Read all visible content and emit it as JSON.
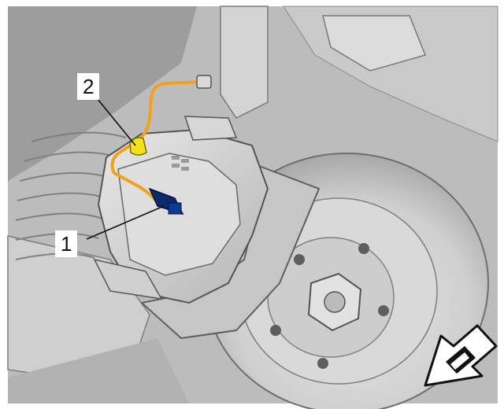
{
  "callouts": [
    {
      "number": "2",
      "points_to": "wire-clip"
    },
    {
      "number": "1",
      "points_to": "wear-sensor-connector"
    }
  ],
  "colors": {
    "wire": "#f0a21f",
    "clip": "#f2e21a",
    "connector": "#0b2a6e",
    "metal_light": "#d9d9d9",
    "metal_mid": "#bdbdbd",
    "metal_dark": "#8f8f8f",
    "background_part": "#a9a9a9"
  },
  "icons": {
    "direction": "driving-direction-arrow-icon"
  }
}
